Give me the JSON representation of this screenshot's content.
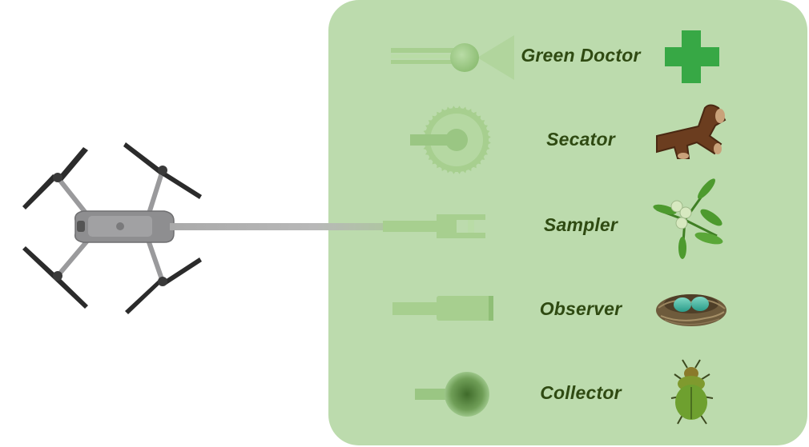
{
  "colors": {
    "panel": "#bcdbad",
    "tool": "#a7cf8f",
    "tool_dark": "#8fbf76",
    "label": "#2f4a12",
    "doctor_cross": "#37a845",
    "arm": "#b3b3b3",
    "drone_body": "#8e8e90"
  },
  "tools": [
    {
      "label": "Green Doctor",
      "tool_icon": "sprayer-nozzle-icon",
      "target_icon": "green-cross-icon"
    },
    {
      "label": "Secator",
      "tool_icon": "saw-blade-icon",
      "target_icon": "branch-icon"
    },
    {
      "label": "Sampler",
      "tool_icon": "gripper-icon",
      "target_icon": "mistletoe-icon"
    },
    {
      "label": "Observer",
      "tool_icon": "camera-lens-icon",
      "target_icon": "bird-nest-icon"
    },
    {
      "label": "Collector",
      "tool_icon": "suction-collector-icon",
      "target_icon": "beetle-icon"
    }
  ]
}
